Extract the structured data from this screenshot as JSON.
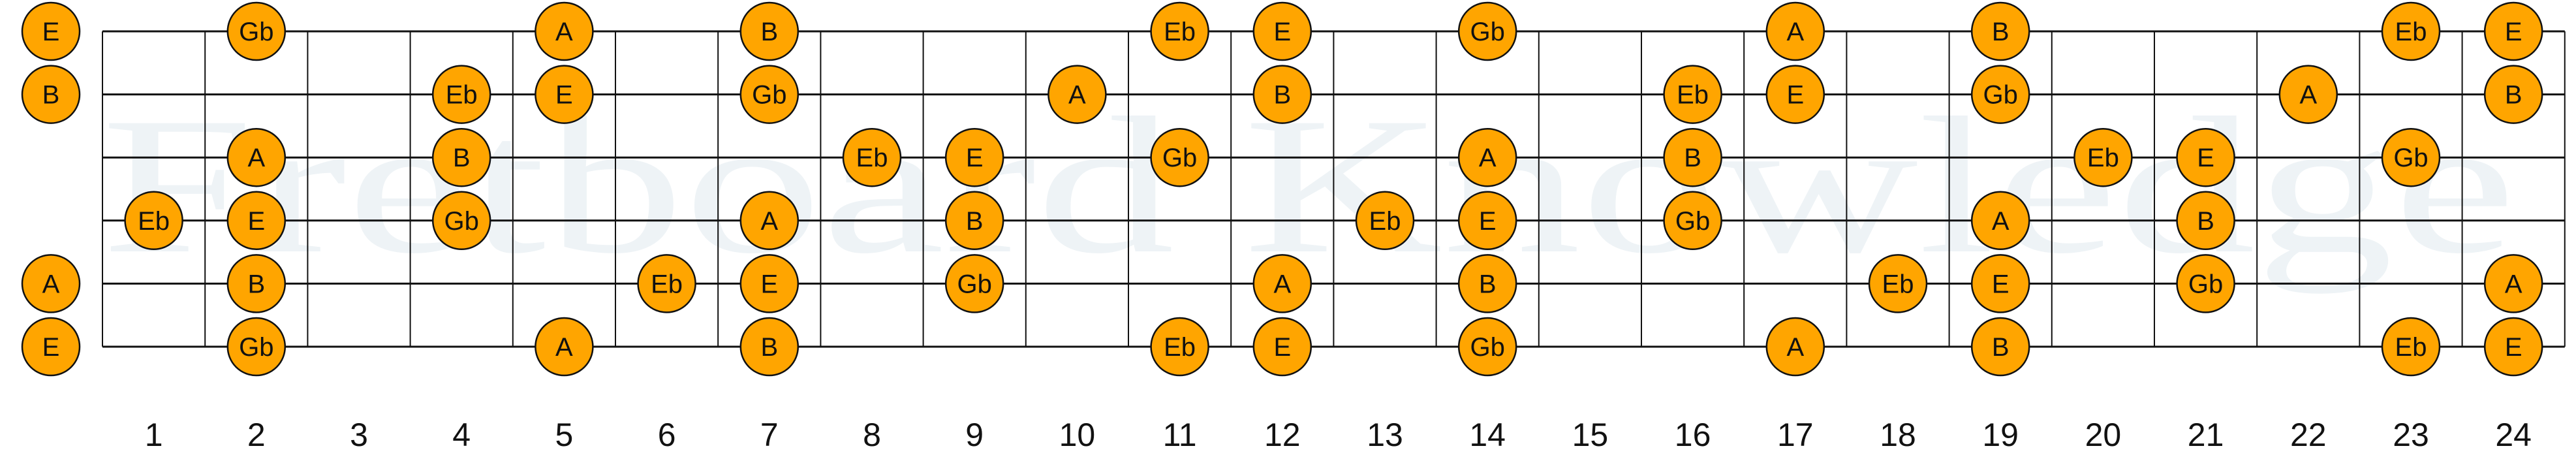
{
  "watermark": "Fretboard Knowledge",
  "colors": {
    "note_fill": "#ffa500",
    "line": "#111111",
    "watermark": "#eef3f6",
    "background": "#ffffff"
  },
  "fret_numbers": [
    "1",
    "2",
    "3",
    "4",
    "5",
    "6",
    "7",
    "8",
    "9",
    "10",
    "11",
    "12",
    "13",
    "14",
    "15",
    "16",
    "17",
    "18",
    "19",
    "20",
    "21",
    "22",
    "23",
    "24"
  ],
  "fret_count": 24,
  "strings": [
    {
      "open": "E",
      "notes": [
        {
          "fret": 2,
          "label": "Gb"
        },
        {
          "fret": 5,
          "label": "A"
        },
        {
          "fret": 7,
          "label": "B"
        },
        {
          "fret": 11,
          "label": "Eb"
        },
        {
          "fret": 12,
          "label": "E"
        },
        {
          "fret": 14,
          "label": "Gb"
        },
        {
          "fret": 17,
          "label": "A"
        },
        {
          "fret": 19,
          "label": "B"
        },
        {
          "fret": 23,
          "label": "Eb"
        },
        {
          "fret": 24,
          "label": "E"
        }
      ]
    },
    {
      "open": "B",
      "notes": [
        {
          "fret": 4,
          "label": "Eb"
        },
        {
          "fret": 5,
          "label": "E"
        },
        {
          "fret": 7,
          "label": "Gb"
        },
        {
          "fret": 10,
          "label": "A"
        },
        {
          "fret": 12,
          "label": "B"
        },
        {
          "fret": 16,
          "label": "Eb"
        },
        {
          "fret": 17,
          "label": "E"
        },
        {
          "fret": 19,
          "label": "Gb"
        },
        {
          "fret": 22,
          "label": "A"
        },
        {
          "fret": 24,
          "label": "B"
        }
      ]
    },
    {
      "open": "",
      "notes": [
        {
          "fret": 2,
          "label": "A"
        },
        {
          "fret": 4,
          "label": "B"
        },
        {
          "fret": 8,
          "label": "Eb"
        },
        {
          "fret": 9,
          "label": "E"
        },
        {
          "fret": 11,
          "label": "Gb"
        },
        {
          "fret": 14,
          "label": "A"
        },
        {
          "fret": 16,
          "label": "B"
        },
        {
          "fret": 20,
          "label": "Eb"
        },
        {
          "fret": 21,
          "label": "E"
        },
        {
          "fret": 23,
          "label": "Gb"
        }
      ]
    },
    {
      "open": "",
      "notes": [
        {
          "fret": 1,
          "label": "Eb"
        },
        {
          "fret": 2,
          "label": "E"
        },
        {
          "fret": 4,
          "label": "Gb"
        },
        {
          "fret": 7,
          "label": "A"
        },
        {
          "fret": 9,
          "label": "B"
        },
        {
          "fret": 13,
          "label": "Eb"
        },
        {
          "fret": 14,
          "label": "E"
        },
        {
          "fret": 16,
          "label": "Gb"
        },
        {
          "fret": 19,
          "label": "A"
        },
        {
          "fret": 21,
          "label": "B"
        }
      ]
    },
    {
      "open": "A",
      "notes": [
        {
          "fret": 2,
          "label": "B"
        },
        {
          "fret": 6,
          "label": "Eb"
        },
        {
          "fret": 7,
          "label": "E"
        },
        {
          "fret": 9,
          "label": "Gb"
        },
        {
          "fret": 12,
          "label": "A"
        },
        {
          "fret": 14,
          "label": "B"
        },
        {
          "fret": 18,
          "label": "Eb"
        },
        {
          "fret": 19,
          "label": "E"
        },
        {
          "fret": 21,
          "label": "Gb"
        },
        {
          "fret": 24,
          "label": "A"
        }
      ]
    },
    {
      "open": "E",
      "notes": [
        {
          "fret": 2,
          "label": "Gb"
        },
        {
          "fret": 5,
          "label": "A"
        },
        {
          "fret": 7,
          "label": "B"
        },
        {
          "fret": 11,
          "label": "Eb"
        },
        {
          "fret": 12,
          "label": "E"
        },
        {
          "fret": 14,
          "label": "Gb"
        },
        {
          "fret": 17,
          "label": "A"
        },
        {
          "fret": 19,
          "label": "B"
        },
        {
          "fret": 23,
          "label": "Eb"
        },
        {
          "fret": 24,
          "label": "E"
        }
      ]
    }
  ]
}
